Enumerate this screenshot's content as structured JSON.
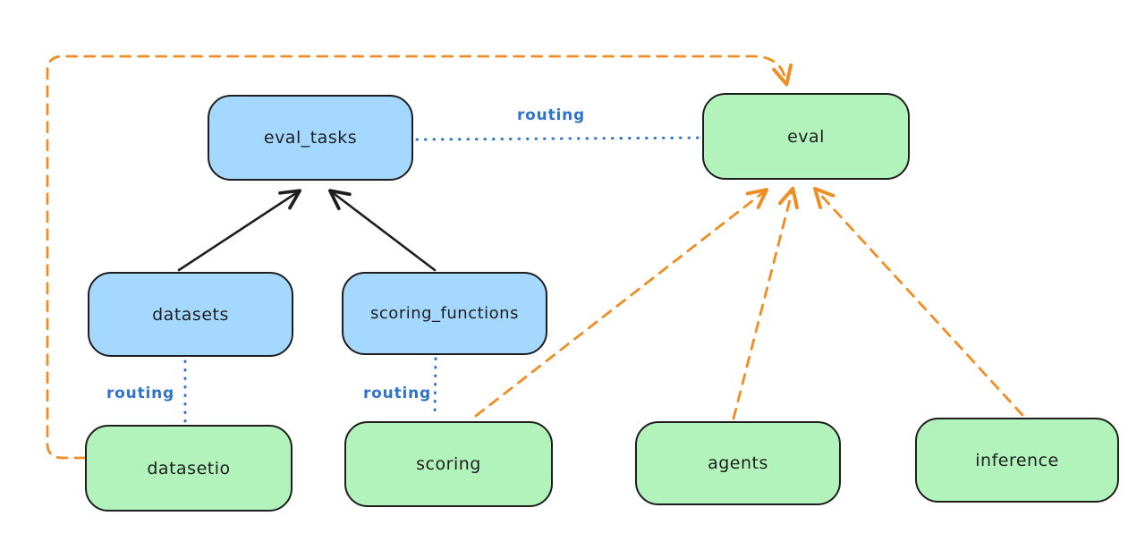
{
  "diagram": {
    "title": "",
    "colors": {
      "api_node_fill": "#a5d8ff",
      "provider_node_fill": "#b2f2bb",
      "node_stroke": "#1e1e1e",
      "routing_blue": "#2f74c9",
      "provider_orange": "#ef8d22",
      "arrow_black": "#1e1e1e",
      "background": "#ffffff"
    },
    "nodes": [
      {
        "id": "eval_tasks",
        "label": "eval_tasks",
        "color": "blue"
      },
      {
        "id": "eval",
        "label": "eval",
        "color": "green"
      },
      {
        "id": "datasets",
        "label": "datasets",
        "color": "blue"
      },
      {
        "id": "scoring_functions",
        "label": "scoring_functions",
        "color": "blue"
      },
      {
        "id": "datasetio",
        "label": "datasetio",
        "color": "green"
      },
      {
        "id": "scoring",
        "label": "scoring",
        "color": "green"
      },
      {
        "id": "agents",
        "label": "agents",
        "color": "green"
      },
      {
        "id": "inference",
        "label": "inference",
        "color": "green"
      }
    ],
    "edges": [
      {
        "from": "datasets",
        "to": "eval_tasks",
        "style": "solid-black-arrow",
        "label": ""
      },
      {
        "from": "scoring_functions",
        "to": "eval_tasks",
        "style": "solid-black-arrow",
        "label": ""
      },
      {
        "from": "eval_tasks",
        "to": "eval",
        "style": "dotted-blue",
        "label": "routing"
      },
      {
        "from": "datasets",
        "to": "datasetio",
        "style": "dotted-blue",
        "label": "routing"
      },
      {
        "from": "scoring_functions",
        "to": "scoring",
        "style": "dotted-blue",
        "label": "routing"
      },
      {
        "from": "datasetio",
        "to": "eval",
        "style": "dashed-orange-arrow",
        "label": ""
      },
      {
        "from": "scoring",
        "to": "eval",
        "style": "dashed-orange-arrow",
        "label": ""
      },
      {
        "from": "agents",
        "to": "eval",
        "style": "dashed-orange-arrow",
        "label": ""
      },
      {
        "from": "inference",
        "to": "eval",
        "style": "dashed-orange-arrow",
        "label": ""
      }
    ]
  }
}
